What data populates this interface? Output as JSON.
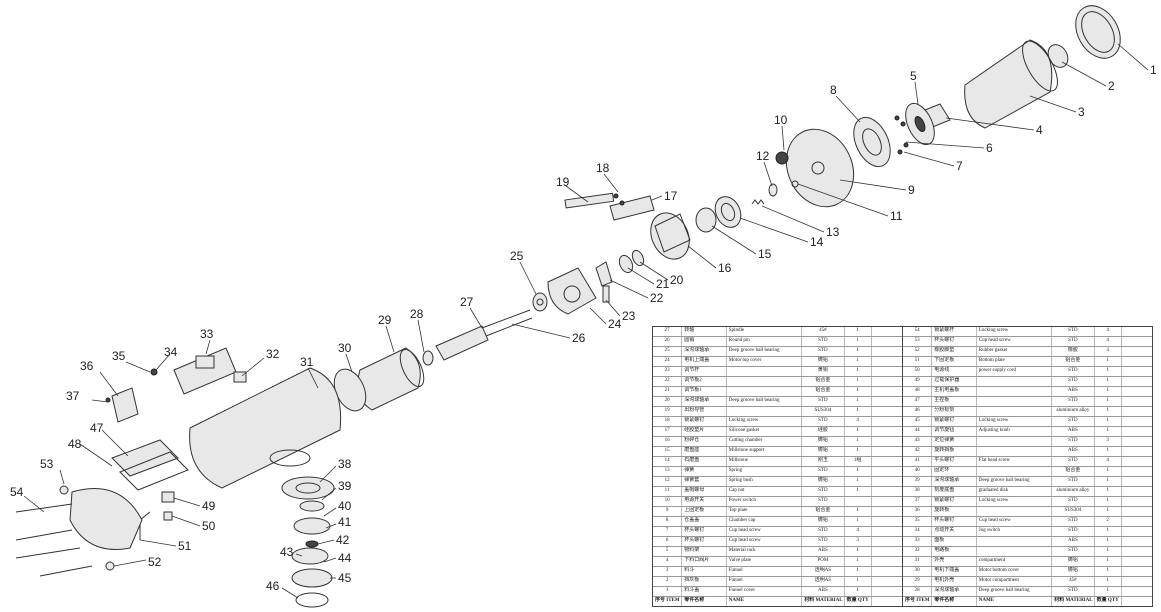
{
  "callouts": [
    "1",
    "2",
    "3",
    "4",
    "5",
    "6",
    "7",
    "8",
    "9",
    "10",
    "11",
    "12",
    "13",
    "14",
    "15",
    "16",
    "17",
    "18",
    "19",
    "20",
    "21",
    "22",
    "23",
    "24",
    "25",
    "26",
    "27",
    "28",
    "29",
    "30",
    "31",
    "32",
    "33",
    "34",
    "35",
    "36",
    "37",
    "38",
    "39",
    "40",
    "41",
    "42",
    "43",
    "44",
    "45",
    "46",
    "47",
    "48",
    "49",
    "50",
    "51",
    "52",
    "53",
    "54"
  ],
  "bom": {
    "left_rows": [
      {
        "no": "27",
        "cn": "转轴",
        "en": "Spindle",
        "mat": "45#",
        "qty": "1"
      },
      {
        "no": "26",
        "cn": "圆销",
        "en": "Round pin",
        "mat": "STD",
        "qty": "1"
      },
      {
        "no": "25",
        "cn": "深沟球轴承",
        "en": "Deep groove ball bearing",
        "mat": "STD",
        "qty": "1"
      },
      {
        "no": "24",
        "cn": "电机上端盖",
        "en": "Motor top cover",
        "mat": "铸铝",
        "qty": "1"
      },
      {
        "no": "23",
        "cn": "调节杆",
        "en": "",
        "mat": "黄铜",
        "qty": "1"
      },
      {
        "no": "22",
        "cn": "调节板2",
        "en": "",
        "mat": "铝合金",
        "qty": "1"
      },
      {
        "no": "21",
        "cn": "调节板1",
        "en": "",
        "mat": "铝合金",
        "qty": "1"
      },
      {
        "no": "20",
        "cn": "深沟球轴承",
        "en": "Deep groove ball bearing",
        "mat": "STD",
        "qty": "1"
      },
      {
        "no": "19",
        "cn": "出粉导管",
        "en": "",
        "mat": "SUS304",
        "qty": "1"
      },
      {
        "no": "18",
        "cn": "锁紧螺钉",
        "en": "Locking screw",
        "mat": "STD",
        "qty": "4"
      },
      {
        "no": "17",
        "cn": "硅胶垫片",
        "en": "Silicone gasket",
        "mat": "硅胶",
        "qty": "1"
      },
      {
        "no": "16",
        "cn": "粉碎仓",
        "en": "Cutting chamber",
        "mat": "铸铝",
        "qty": "1"
      },
      {
        "no": "15",
        "cn": "磨盘座",
        "en": "Millstone support",
        "mat": "铸铝",
        "qty": "1"
      },
      {
        "no": "14",
        "cn": "石磨盘",
        "en": "Millstone",
        "mat": "刚玉",
        "qty": "1组"
      },
      {
        "no": "13",
        "cn": "弹簧",
        "en": "Spring",
        "mat": "STD",
        "qty": "1"
      },
      {
        "no": "12",
        "cn": "弹簧套",
        "en": "Spring bush",
        "mat": "铸铝",
        "qty": "1"
      },
      {
        "no": "11",
        "cn": "盖帽螺母",
        "en": "Cap nut",
        "mat": "STD",
        "qty": "1"
      },
      {
        "no": "10",
        "cn": "电源开关",
        "en": "Power switch",
        "mat": "STD",
        "qty": ""
      },
      {
        "no": "9",
        "cn": "上固定板",
        "en": "Top plate",
        "mat": "铝合金",
        "qty": "1"
      },
      {
        "no": "8",
        "cn": "仓盖盖",
        "en": "Chamber cap",
        "mat": "铸铝",
        "qty": "1"
      },
      {
        "no": "7",
        "cn": "杯头螺钉",
        "en": "Cup head screw",
        "mat": "STD",
        "qty": "4"
      },
      {
        "no": "6",
        "cn": "杯头螺钉",
        "en": "Cup head screw",
        "mat": "STD",
        "qty": "3"
      },
      {
        "no": "5",
        "cn": "物料架",
        "en": "Material rack",
        "mat": "ABS",
        "qty": "1"
      },
      {
        "no": "4",
        "cn": "下料口阀片",
        "en": "Valve plate",
        "mat": "POM",
        "qty": "1"
      },
      {
        "no": "3",
        "cn": "料斗",
        "en": "Funnel",
        "mat": "透明AS",
        "qty": "1"
      },
      {
        "no": "2",
        "cn": "挡灰板",
        "en": "Funnel",
        "mat": "透明AS",
        "qty": "1"
      },
      {
        "no": "1",
        "cn": "料斗盖",
        "en": "Funnel cover",
        "mat": "ABS",
        "qty": "1"
      },
      {
        "no": "序号 ITEM",
        "cn": "零件名称",
        "en": "NAME",
        "mat": "材料 MATERIAL",
        "qty": "数量 QTY"
      }
    ],
    "right_rows": [
      {
        "no": "54",
        "cn": "锁紧螺杆",
        "en": "Locking screw",
        "mat": "STD",
        "qty": "4"
      },
      {
        "no": "53",
        "cn": "杯头螺钉",
        "en": "Cup head screw",
        "mat": "STD",
        "qty": "4"
      },
      {
        "no": "52",
        "cn": "橡胶脚垫",
        "en": "Rubber gasket",
        "mat": "橡胶",
        "qty": "4"
      },
      {
        "no": "51",
        "cn": "下固定板",
        "en": "Bottom plate",
        "mat": "铝合金",
        "qty": "1"
      },
      {
        "no": "50",
        "cn": "电源线",
        "en": "power supply cord",
        "mat": "STD",
        "qty": "1"
      },
      {
        "no": "49",
        "cn": "过载保护器",
        "en": "",
        "mat": "STD",
        "qty": "1"
      },
      {
        "no": "48",
        "cn": "主机电盖板",
        "en": "",
        "mat": "ABS",
        "qty": "1"
      },
      {
        "no": "47",
        "cn": "主控板",
        "en": "",
        "mat": "STD",
        "qty": "1"
      },
      {
        "no": "46",
        "cn": "分粉标刻",
        "en": "",
        "mat": "aluminium alloy",
        "qty": "1"
      },
      {
        "no": "45",
        "cn": "锁紧螺钉",
        "en": "Locking screw",
        "mat": "STD",
        "qty": "1"
      },
      {
        "no": "44",
        "cn": "调节旋钮",
        "en": "Adjusting knob",
        "mat": "ABS",
        "qty": "1"
      },
      {
        "no": "43",
        "cn": "定位弹簧",
        "en": "",
        "mat": "STD",
        "qty": "3"
      },
      {
        "no": "42",
        "cn": "旋转挡板",
        "en": "",
        "mat": "ABS",
        "qty": "1"
      },
      {
        "no": "41",
        "cn": "平头螺钉",
        "en": "Flat head screw",
        "mat": "STD",
        "qty": "4"
      },
      {
        "no": "40",
        "cn": "固定环",
        "en": "",
        "mat": "铝合金",
        "qty": "1"
      },
      {
        "no": "39",
        "cn": "深沟球轴承",
        "en": "Deep groove ball bearing",
        "mat": "STD",
        "qty": "1"
      },
      {
        "no": "38",
        "cn": "刻度底盘",
        "en": "graduated disk",
        "mat": "aluminium alloy",
        "qty": "1"
      },
      {
        "no": "37",
        "cn": "锁紧螺钉",
        "en": "Locking screw",
        "mat": "STD",
        "qty": "1"
      },
      {
        "no": "36",
        "cn": "旋转板",
        "en": "",
        "mat": "SUS304",
        "qty": "1"
      },
      {
        "no": "35",
        "cn": "杯头螺钉",
        "en": "Cup head screw",
        "mat": "STD",
        "qty": "2"
      },
      {
        "no": "34",
        "cn": "点动开关",
        "en": "Jog switch",
        "mat": "STD",
        "qty": "1"
      },
      {
        "no": "33",
        "cn": "面板",
        "en": "",
        "mat": "ABS",
        "qty": "1"
      },
      {
        "no": "32",
        "cn": "电路板",
        "en": "",
        "mat": "STD",
        "qty": "1"
      },
      {
        "no": "31",
        "cn": "外壳",
        "en": "compartment",
        "mat": "铸铝",
        "qty": "1"
      },
      {
        "no": "30",
        "cn": "电机下端盖",
        "en": "Motor bottom cover",
        "mat": "铸铝",
        "qty": "1"
      },
      {
        "no": "29",
        "cn": "电机外壳",
        "en": "Motor compartment",
        "mat": "45#",
        "qty": "1"
      },
      {
        "no": "28",
        "cn": "深沟球轴承",
        "en": "Deep groove ball bearing",
        "mat": "STD",
        "qty": "1"
      },
      {
        "no": "序号 ITEM",
        "cn": "零件名称",
        "en": "NAME",
        "mat": "材料 MATERIAL",
        "qty": "数量 QTY"
      }
    ]
  }
}
